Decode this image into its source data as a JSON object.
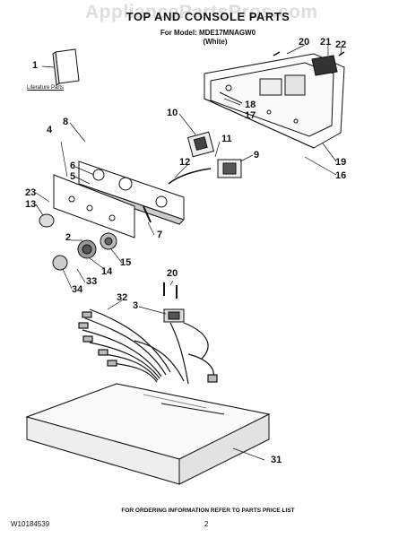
{
  "header": {
    "watermark": "AppliancePartsPros.com",
    "title": "TOP AND CONSOLE PARTS",
    "model_line": "For Model: MDE17MNAGW0",
    "color": "(White)"
  },
  "literature_label": "Literature Parts",
  "callouts": [
    "1",
    "2",
    "3",
    "4",
    "5",
    "6",
    "7",
    "8",
    "9",
    "10",
    "11",
    "12",
    "13",
    "14",
    "15",
    "16",
    "17",
    "18",
    "19",
    "20",
    "21",
    "22",
    "23",
    "31",
    "32",
    "33",
    "34",
    "20"
  ],
  "footer": {
    "ordering_note": "FOR ORDERING INFORMATION REFER TO PARTS PRICE LIST",
    "doc_number": "W10184539",
    "page_number": "2"
  }
}
